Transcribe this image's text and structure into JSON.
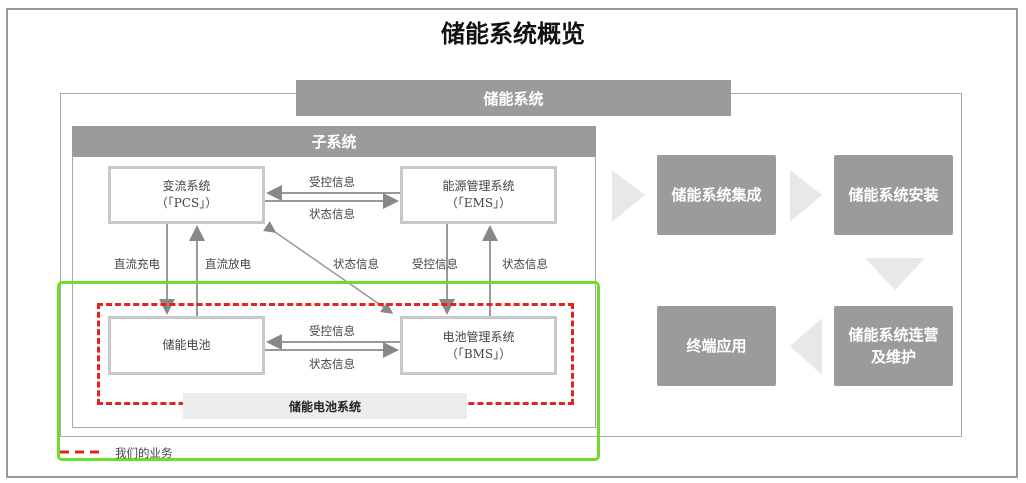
{
  "title": "储能系统概览",
  "system_header": "储能系统",
  "subsystem_header": "子系统",
  "nodes": {
    "pcs": {
      "name": "变流系统",
      "abbr": "（「PCS」）"
    },
    "ems": {
      "name": "能源管理系统",
      "abbr": "（「EMS」）"
    },
    "battery": {
      "name": "储能电池"
    },
    "bms": {
      "name": "电池管理系统",
      "abbr": "（「BMS」）"
    }
  },
  "arrow_labels": {
    "pcs_ems_top": "受控信息",
    "pcs_ems_bottom": "状态信息",
    "dc_charge": "直流充电",
    "dc_discharge": "直流放电",
    "diagonal": "状态信息",
    "ems_bms_down": "受控信息",
    "bms_ems_up": "状态信息",
    "bat_bms_top": "受控信息",
    "bat_bms_bottom": "状态信息"
  },
  "battery_system_label": "储能电池系统",
  "legend": {
    "label": "我们的业务"
  },
  "value_chain": [
    "储能系统集成",
    "储能系统安装",
    "储能系统连营及维护",
    "终端应用"
  ],
  "colors": {
    "box": "#9b9b9b",
    "dashed": "#e32222",
    "highlight": "#6adf2a"
  }
}
